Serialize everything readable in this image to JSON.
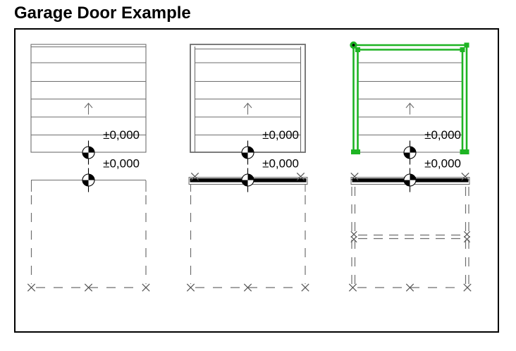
{
  "title": "Garage Door Example",
  "colors": {
    "line_gray": "#6e6e6e",
    "mark_gray": "#5a5a5a",
    "black": "#000000",
    "selection_green": "#1eb423",
    "background": "#ffffff"
  },
  "drawings": [
    {
      "upper_level_label": "±0,000",
      "lower_level_label": "±0,000"
    },
    {
      "upper_level_label": "±0,000",
      "lower_level_label": "±0,000"
    },
    {
      "upper_level_label": "±0,000",
      "lower_level_label": "±0,000"
    }
  ]
}
